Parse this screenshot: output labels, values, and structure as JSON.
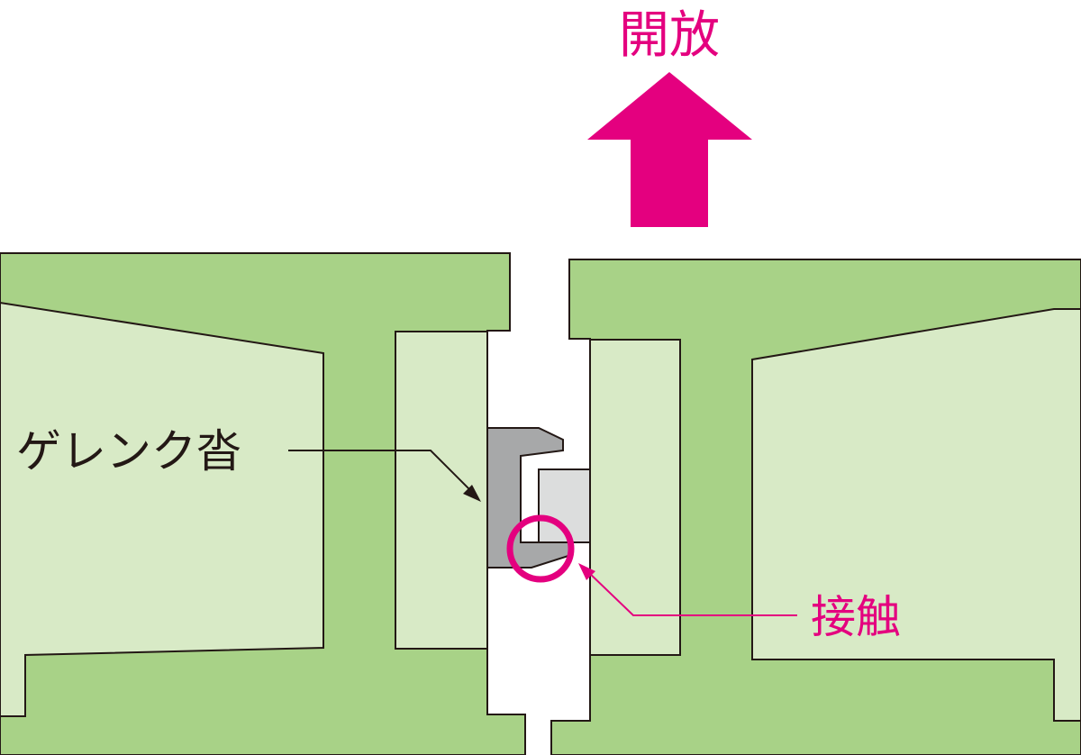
{
  "labels": {
    "open": "開放",
    "gerenk_shoe": "ゲレンク沓",
    "contact": "接触"
  },
  "colors": {
    "girder_dark_green": "#a8d287",
    "girder_light_green": "#d8eac6",
    "outline": "#231815",
    "magenta": "#e4007f",
    "bearing_dark_gray": "#a7a8a9",
    "bearing_light_gray": "#dcdddd"
  },
  "icons": {
    "open_arrow": "arrow-up-icon",
    "contact_marker": "circle-icon"
  }
}
